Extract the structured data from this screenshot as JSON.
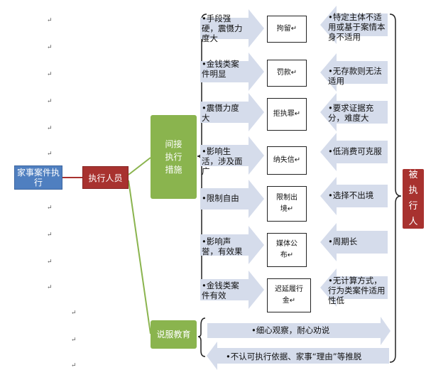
{
  "nodes": {
    "root": "家事案件执行",
    "executor": "执行人员",
    "indirect": "间接执行措施",
    "persuasion": "说服教育",
    "result": "被执行人"
  },
  "rows": [
    {
      "reason": "•手段强硬，震慑力度大",
      "measure": "拘留↵",
      "limitation": "•特定主体不适用或基于案情本身不适用"
    },
    {
      "reason": "•金钱类案件明显",
      "measure": "罚款↵",
      "limitation": "•无存款则无法适用"
    },
    {
      "reason": "•震慑力度大",
      "measure": "拒执罪↵",
      "limitation": "•要求证据充分，难度大"
    },
    {
      "reason": "•影响生活，涉及面广",
      "measure": "纳失信↵",
      "limitation": "•低消费可克服"
    },
    {
      "reason": "•限制自由",
      "measure": "限制出境↵",
      "limitation": "•选择不出境"
    },
    {
      "reason": "•影响声誉，有效果",
      "measure": "媒体公布↵",
      "limitation": "•周期长"
    },
    {
      "reason": "•金钱类案件有效",
      "measure": "迟延履行金↵",
      "limitation": "•无计算方式，行为类案件适用性低"
    }
  ],
  "persuasion_items": {
    "forward": "•细心观察，耐心劝说",
    "backward": "•不认可执行依据、家事“理由”等推脱"
  },
  "paragraph_mark": "↵",
  "colors": {
    "blue": "#4f7fc0",
    "red": "#a8322f",
    "green": "#8ab44e",
    "arrow": "#d5dceb"
  }
}
